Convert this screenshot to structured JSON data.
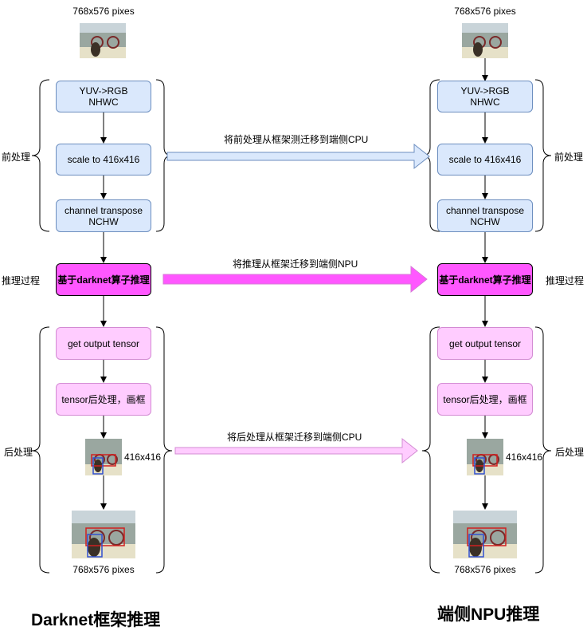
{
  "left": {
    "top_caption": "768x576 pixes",
    "pre": {
      "label": "前处理",
      "yuv_l1": "YUV->RGB",
      "yuv_l2": "NHWC",
      "scale": "scale to 416x416",
      "trans_l1": "channel transpose",
      "trans_l2": "NCHW"
    },
    "inference": {
      "label": "推理过程",
      "box": "基于darknet算子推理"
    },
    "post": {
      "label": "后处理",
      "get": "get output tensor",
      "proc": "tensor后处理，画框",
      "small_caption": "416x416"
    },
    "bottom_caption": "768x576 pixes",
    "footer_title": "Darknet框架推理"
  },
  "right": {
    "top_caption": "768x576 pixes",
    "pre": {
      "label": "前处理",
      "yuv_l1": "YUV->RGB",
      "yuv_l2": "NHWC",
      "scale": "scale to 416x416",
      "trans_l1": "channel transpose",
      "trans_l2": "NCHW"
    },
    "inference": {
      "label": "推理过程",
      "box": "基于darknet算子推理"
    },
    "post": {
      "label": "后处理",
      "get": "get output tensor",
      "proc": "tensor后处理，画框",
      "small_caption": "416x416"
    },
    "bottom_caption": "768x576 pixes",
    "footer_title": "端侧NPU推理"
  },
  "arrows": {
    "pre": "将前处理从框架测迁移到端侧CPU",
    "inference": "将推理从框架迁移到端侧NPU",
    "post": "将后处理从框架迁移到端侧CPU"
  },
  "colors": {
    "pre_fill": "#dae8fc",
    "pre_stroke": "#6c8ebf",
    "inference_fill": "#ff57ff",
    "post_fill": "#ffccff",
    "arrow_pink": "#ff57ff"
  }
}
